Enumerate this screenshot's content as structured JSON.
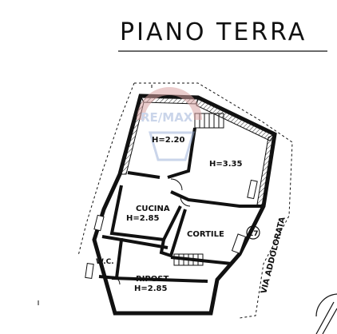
{
  "title": "PIANO TERRA",
  "watermark": "RE/MAX",
  "rooms": [
    {
      "id": "room-h220",
      "height_label": "H=2.20"
    },
    {
      "id": "room-h335",
      "height_label": "H=3.35"
    },
    {
      "id": "cucina",
      "name": "CUCINA",
      "height_label": "H=2.85"
    },
    {
      "id": "cortile",
      "name": "CORTILE"
    },
    {
      "id": "wc",
      "name": "W.C."
    },
    {
      "id": "ripost",
      "name": "RIPOST.",
      "height_label": "H=2.85"
    }
  ],
  "street": {
    "name": "VIA ADDOLORATA",
    "civic_number": "17"
  },
  "colors": {
    "ink": "#111111",
    "hatch": "#222222",
    "watermark_red": "#d9a3a3",
    "watermark_blue": "#9fb3d9"
  }
}
